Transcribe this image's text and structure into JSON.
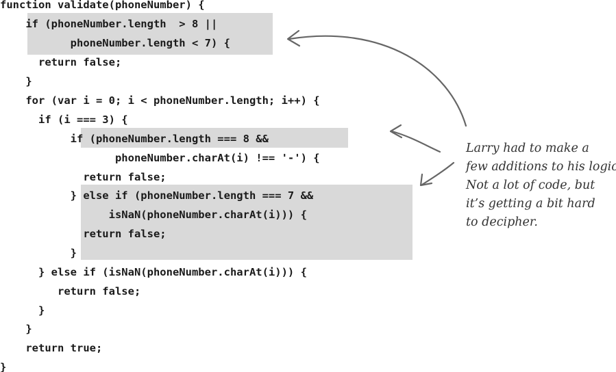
{
  "code": {
    "lines": [
      "function validate(phoneNumber) {",
      "    if (phoneNumber.length  > 8 ||",
      "           phoneNumber.length < 7) {",
      "      return false;",
      "    }",
      "    for (var i = 0; i < phoneNumber.length; i++) {",
      "      if (i === 3) {",
      "           if (phoneNumber.length === 8 &&",
      "                  phoneNumber.charAt(i) !== '-') {",
      "             return false;",
      "           } else if (phoneNumber.length === 7 &&",
      "                 isNaN(phoneNumber.charAt(i))) {",
      "             return false;",
      "           }",
      "      } else if (isNaN(phoneNumber.charAt(i))) {",
      "         return false;",
      "      }",
      "    }",
      "    return true;",
      "}"
    ]
  },
  "annotation": {
    "lines": [
      "Larry had to make a",
      "few additions to his logic.",
      "Not a lot of code, but",
      "it’s getting a bit hard",
      "to decipher."
    ]
  },
  "colors": {
    "highlight": "#d9d9d9",
    "code_text": "#1a1a1a",
    "annotation_text": "#333333",
    "arrow": "#666666"
  }
}
